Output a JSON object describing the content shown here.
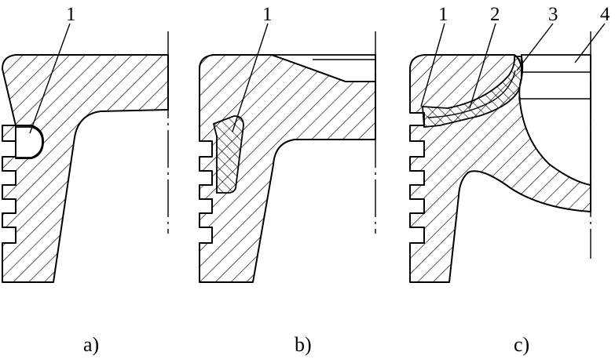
{
  "panels": [
    {
      "id": "a",
      "caption": "a)",
      "labels": [
        "1"
      ]
    },
    {
      "id": "b",
      "caption": "b)",
      "labels": [
        "1"
      ]
    },
    {
      "id": "c",
      "caption": "c)",
      "labels": [
        "1",
        "2",
        "3",
        "4"
      ]
    }
  ]
}
